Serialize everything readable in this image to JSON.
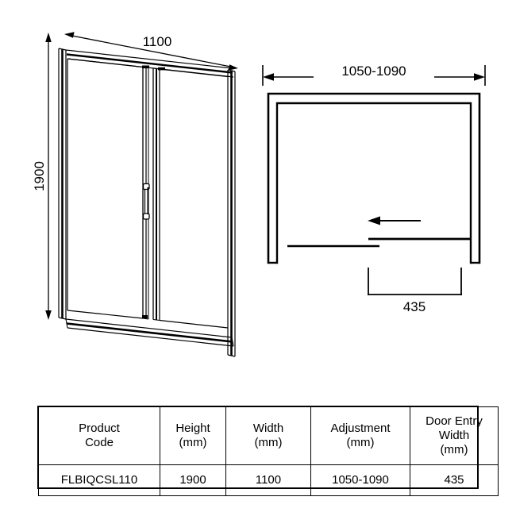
{
  "sheet": {
    "background": "#ffffff",
    "line_color": "#000000"
  },
  "elevation_view": {
    "name": "sliding-shower-door-elevation",
    "width_dimension": {
      "label": "1100",
      "unit_implied": "mm",
      "arrow_style": "double-arrow"
    },
    "height_dimension": {
      "label": "1900",
      "unit_implied": "mm",
      "arrow_style": "double-arrow",
      "orientation": "vertical-rotated"
    },
    "parts": {
      "handle": "door-handle",
      "fixed_panel": "fixed-glass-panel",
      "sliding_panel": "sliding-glass-panel",
      "side_profile": "wall-profile"
    }
  },
  "plan_view": {
    "name": "sliding-shower-door-plan",
    "adjustment_dimension": {
      "label": "1050-1090",
      "unit_implied": "mm",
      "arrow_style": "outward-double-arrow"
    },
    "entry_dimension": {
      "label": "435",
      "unit_implied": "mm",
      "arrow_style": "bracket"
    },
    "slide_direction": "left",
    "parts": {
      "recess": "alcove-recess",
      "frame": "shower-enclosure-frame",
      "door_leaf": "sliding-door-leaf",
      "fixed_leaf": "fixed-panel-leaf",
      "direction_arrow": "slide-direction-arrow"
    }
  },
  "spec_table": {
    "headers": [
      "Product\nCode",
      "Height\n(mm)",
      "Width\n(mm)",
      "Adjustment\n(mm)",
      "Door Entry\nWidth\n(mm)"
    ],
    "headers_split": [
      [
        "Product",
        "Code"
      ],
      [
        "Height",
        "(mm)"
      ],
      [
        "Width",
        "(mm)"
      ],
      [
        "Adjustment",
        "(mm)"
      ],
      [
        "Door Entry",
        "Width",
        "(mm)"
      ]
    ],
    "rows": [
      {
        "product_code": "FLBIQCSL110",
        "height_mm": "1900",
        "width_mm": "1100",
        "adjustment_mm": "1050-1090",
        "door_entry_width_mm": "435"
      }
    ]
  }
}
